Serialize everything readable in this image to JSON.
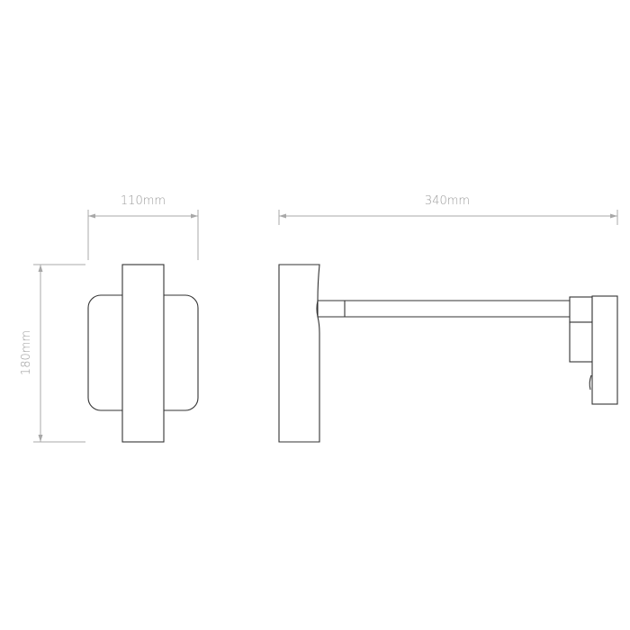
{
  "dimensions": {
    "front_width": "110mm",
    "height": "180mm",
    "projection": "340mm"
  },
  "colors": {
    "dimension_line": "#a8a8a8",
    "outline": "#333333"
  }
}
